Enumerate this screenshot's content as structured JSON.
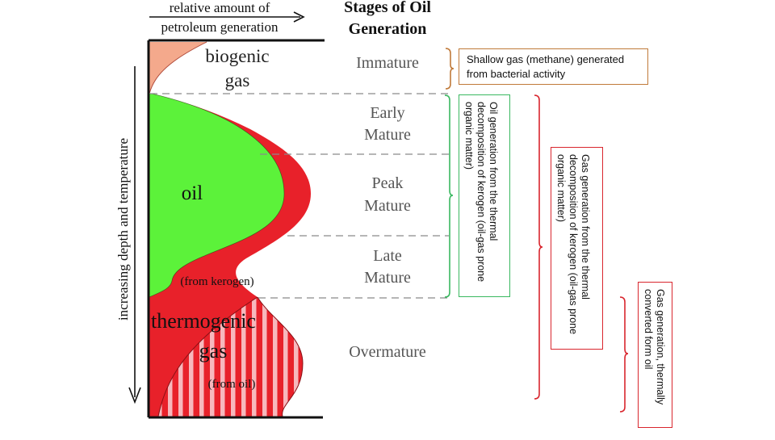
{
  "header": {
    "axis_label_line1": "relative amount of",
    "axis_label_line2": "petroleum generation",
    "stages_title_line1": "Stages of Oil",
    "stages_title_line2": "Generation"
  },
  "depth_axis_label": "increasing depth and temperature",
  "diagram_labels": {
    "biogenic_line1": "biogenic",
    "biogenic_line2": "gas",
    "oil": "oil",
    "from_kerogen": "(from kerogen)",
    "thermogenic_line1": "thermogenic",
    "thermogenic_line2": "gas",
    "from_oil": "(from oil)"
  },
  "stages": [
    {
      "line1": "Immature",
      "line2": ""
    },
    {
      "line1": "Early",
      "line2": "Mature"
    },
    {
      "line1": "Peak",
      "line2": "Mature"
    },
    {
      "line1": "Late",
      "line2": "Mature"
    },
    {
      "line1": "Overmature",
      "line2": ""
    }
  ],
  "annotations": {
    "biogenic_note": "Shallow gas (methane) generated from bacterial activity",
    "oil_note": "Oil generation from the thermal decomposition of kerogen (oil-gas prone organic matter)",
    "kerogen_gas_note": "Gas generation from the thermal decomposition of kerogen (oil-gas prone organic matter)",
    "oil_gas_note": "Gas generation, thermally converted form oil"
  },
  "colors": {
    "biogenic": "#f4a98c",
    "oil": "#5cf23a",
    "gas": "#e8212a",
    "stripe": "#f7b8bd",
    "biogenic_bracket": "#c07a3a",
    "oil_bracket": "#3ab860",
    "gas_bracket": "#d9262e"
  }
}
